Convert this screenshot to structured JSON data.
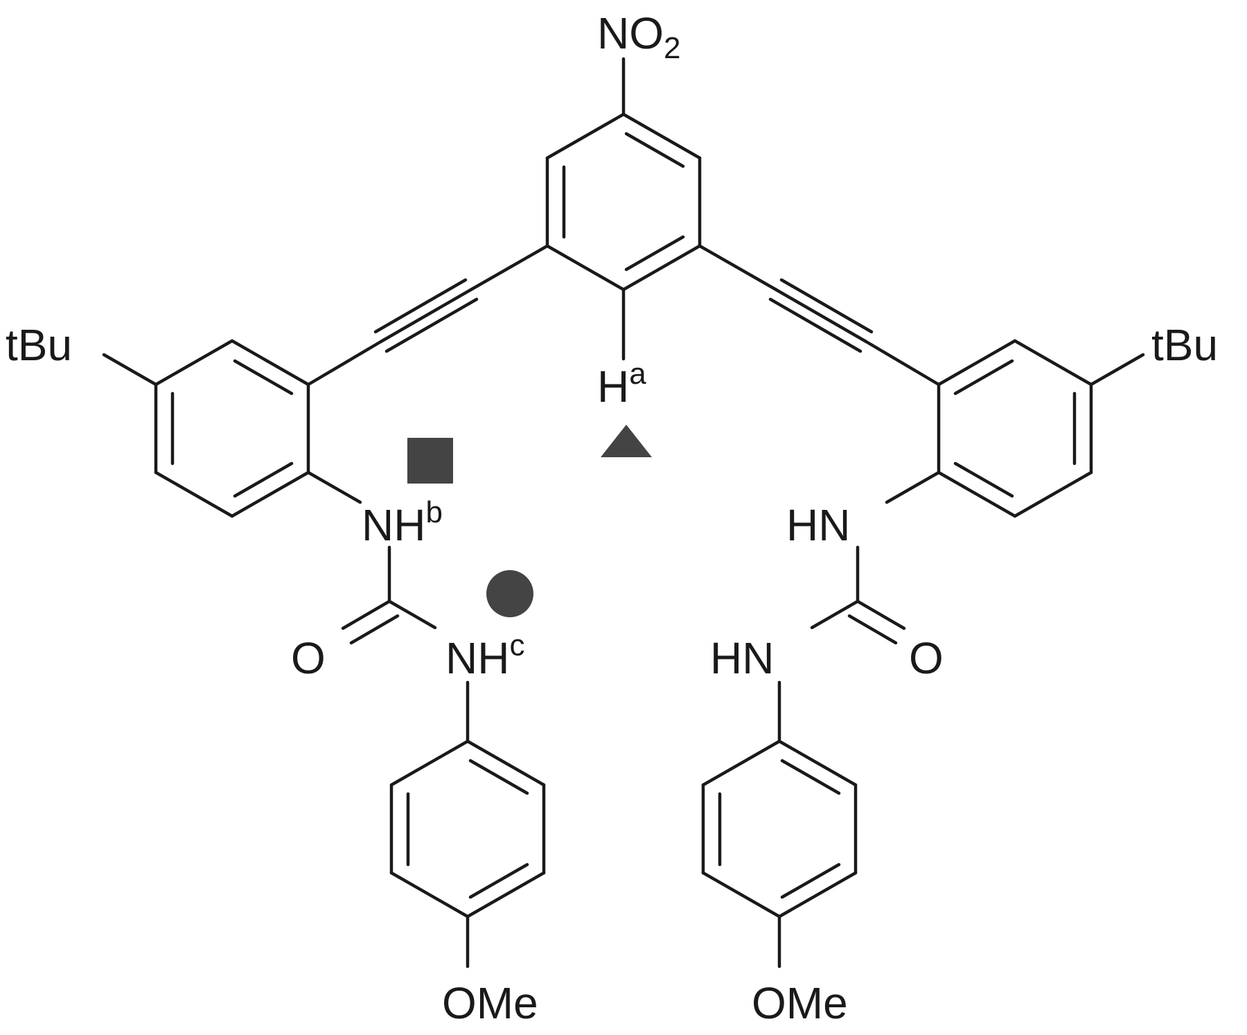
{
  "labels": {
    "nitro": "NO",
    "nitro_sub": "2",
    "tbu_left": "tBu",
    "tbu_right": "tBu",
    "h_a": "H",
    "h_a_sup": "a",
    "nh_b": "NH",
    "nh_b_sup": "b",
    "nh_c": "NH",
    "nh_c_sup": "c",
    "o_left": "O",
    "o_right": "O",
    "hn_upper_right": "HN",
    "hn_lower_right": "HN",
    "ome_left": "OMe",
    "ome_right": "OMe"
  },
  "markers": {
    "h_a": "triangle",
    "nh_b": "square",
    "nh_c": "circle",
    "color": "#444444"
  }
}
